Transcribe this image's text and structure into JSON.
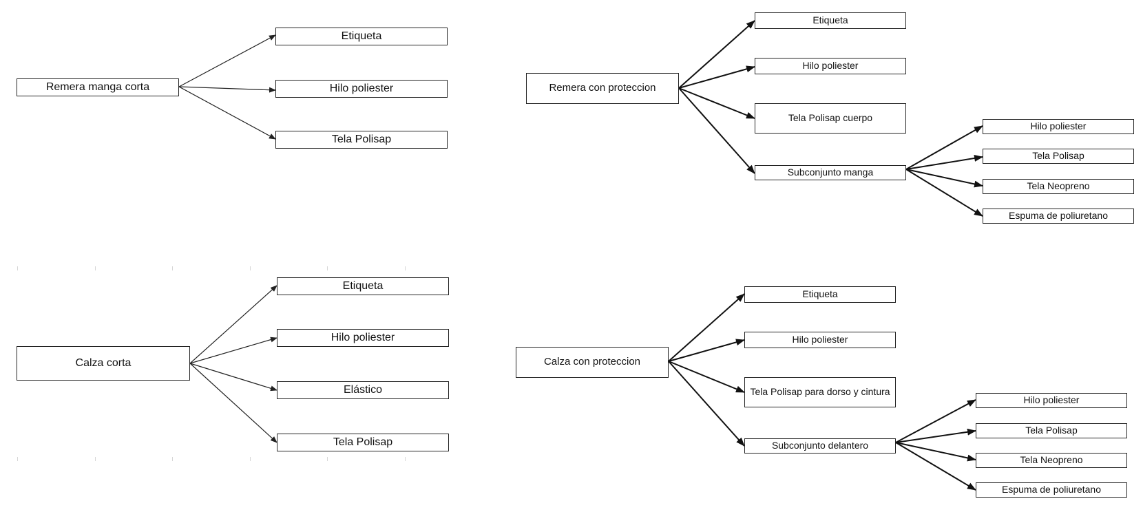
{
  "diagrams": {
    "remera_corta": {
      "root": "Remera manga corta",
      "children": [
        "Etiqueta",
        "Hilo poliester",
        "Tela Polisap"
      ]
    },
    "remera_proteccion": {
      "root": "Remera con proteccion",
      "children": [
        "Etiqueta",
        "Hilo poliester",
        "Tela Polisap cuerpo",
        "Subconjunto manga"
      ],
      "sub_children": [
        "Hilo poliester",
        "Tela Polisap",
        "Tela Neopreno",
        "Espuma de poliuretano"
      ]
    },
    "calza_corta": {
      "root": "Calza corta",
      "children": [
        "Etiqueta",
        "Hilo poliester",
        "Elástico",
        "Tela Polisap"
      ]
    },
    "calza_proteccion": {
      "root": "Calza con proteccion",
      "children": [
        "Etiqueta",
        "Hilo poliester",
        "Tela Polisap para dorso y cintura",
        "Subconjunto delantero"
      ],
      "sub_children": [
        "Hilo poliester",
        "Tela Polisap",
        "Tela Neopreno",
        "Espuma de poliuretano"
      ]
    }
  },
  "colors": {
    "line": "#222222",
    "box_border": "#222222",
    "background": "#ffffff"
  }
}
